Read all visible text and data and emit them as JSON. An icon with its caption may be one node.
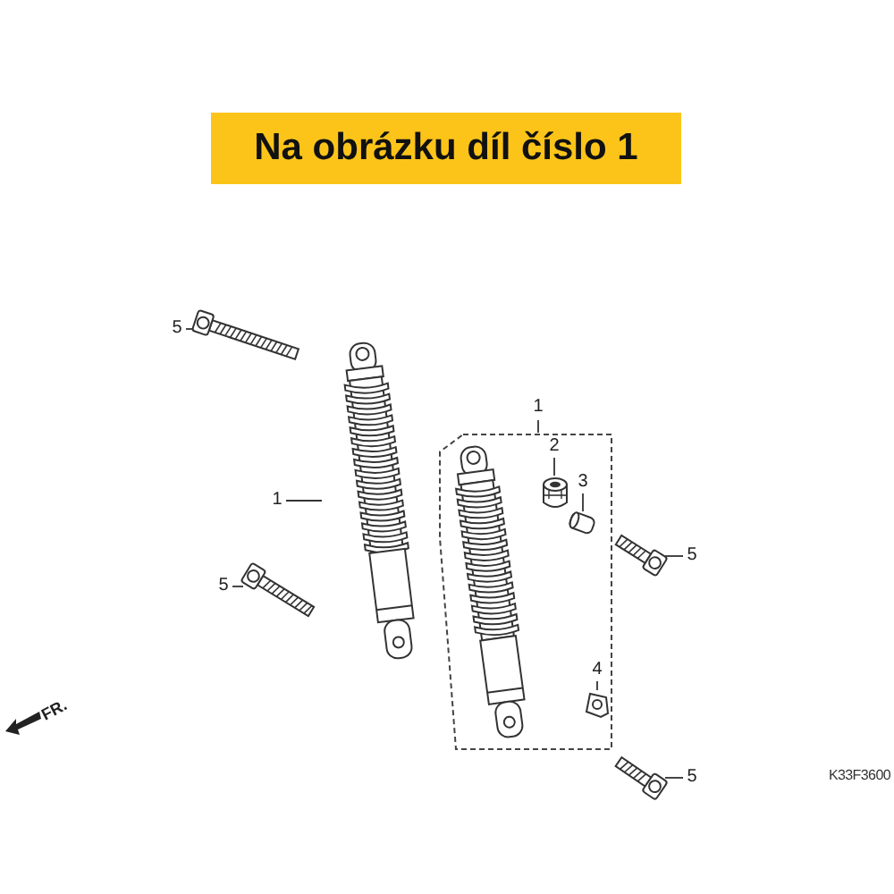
{
  "diagram": {
    "nodes": [
      {
        "text": [
          "Na obrázku díl číslo 1"
        ]
      },
      {
        "text": [
          "5"
        ]
      },
      {
        "text": [],
        "shape": "picture"
      },
      {
        "text": [
          "1"
        ]
      },
      {
        "text": [],
        "shape": "picture"
      },
      {
        "text": [
          "5"
        ]
      },
      {
        "text": [],
        "shape": "picture"
      },
      {
        "text": [
          "1"
        ]
      },
      {
        "text": [],
        "shape": "box"
      },
      {
        "text": [],
        "shape": "picture",
        "in": 8
      },
      {
        "text": [
          "2"
        ],
        "in": 8
      },
      {
        "text": [],
        "shape": "picture",
        "in": 8
      },
      {
        "text": [
          "3"
        ],
        "in": 8
      },
      {
        "text": [],
        "shape": "picture",
        "in": 8
      },
      {
        "text": [
          "5"
        ]
      },
      {
        "text": [],
        "shape": "picture"
      },
      {
        "text": [
          "4"
        ],
        "in": 8
      },
      {
        "text": [],
        "shape": "picture",
        "in": 8
      },
      {
        "text": [
          "5"
        ]
      },
      {
        "text": [],
        "shape": "picture"
      }
    ],
    "edges": [
      {
        "from": 1,
        "to": 2,
        "arrow": "none"
      },
      {
        "from": 3,
        "to": 4,
        "arrow": "none"
      },
      {
        "from": 5,
        "to": 6,
        "arrow": "none"
      },
      {
        "from": 7,
        "to": 8,
        "arrow": "none"
      },
      {
        "from": 10,
        "to": 11,
        "arrow": "none"
      },
      {
        "from": 12,
        "to": 13,
        "arrow": "none"
      },
      {
        "from": 14,
        "to": 15,
        "arrow": "none"
      },
      {
        "from": 16,
        "to": 17,
        "arrow": "none"
      },
      {
        "from": 18,
        "to": 19,
        "arrow": "none"
      }
    ],
    "labels": [
      "FR.",
      "K33F3600"
    ]
  }
}
